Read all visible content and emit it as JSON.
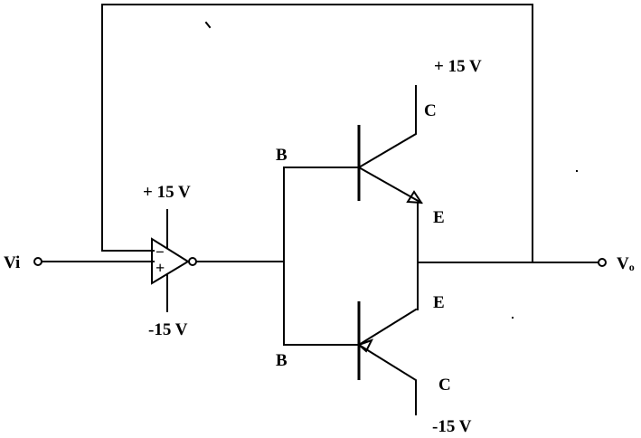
{
  "input_label": "Vi",
  "output_label": "V",
  "output_subscript": "o",
  "opamp": {
    "supply_positive": "+ 15 V",
    "supply_negative": "-15 V",
    "inverting_sign": "−",
    "noninverting_sign": "+"
  },
  "npn_transistor": {
    "base_label": "B",
    "collector_label": "C",
    "emitter_label": "E",
    "collector_supply": "+ 15 V"
  },
  "pnp_transistor": {
    "base_label": "B",
    "collector_label": "C",
    "emitter_label": "E",
    "collector_supply": "-15 V"
  }
}
